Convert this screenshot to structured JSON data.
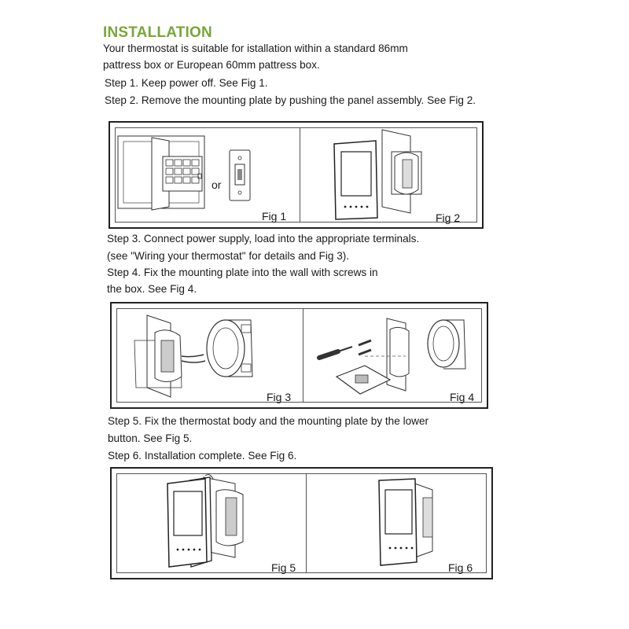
{
  "heading": "INSTALLATION",
  "heading_color": "#7aa63a",
  "intro": {
    "line1": "Your thermostat is suitable for istallation within a standard 86mm",
    "line2": "pattress box or European 60mm pattress box."
  },
  "steps_block1": {
    "step1": "Step 1. Keep power off. See Fig 1.",
    "step2": "Step 2. Remove the mounting plate by pushing the panel assembly. See Fig 2."
  },
  "steps_block2": {
    "step3a": "Step 3. Connect power supply, load into the appropriate terminals.",
    "step3b": "(see \"Wiring your thermostat\" for details and Fig 3).",
    "step4a": "Step 4. Fix the mounting plate into the wall with screws in",
    "step4b": "the box. See Fig 4."
  },
  "steps_block3": {
    "step5a": "Step 5. Fix the thermostat body and the mounting plate by the lower",
    "step5b": "button. See Fig 5.",
    "step6": "Step 6. Installation complete. See Fig 6."
  },
  "figures": {
    "fig1": "Fig 1",
    "fig1_or": "or",
    "fig2": "Fig 2",
    "fig3": "Fig 3",
    "fig4": "Fig 4",
    "fig5": "Fig 5",
    "fig6": "Fig 6"
  }
}
